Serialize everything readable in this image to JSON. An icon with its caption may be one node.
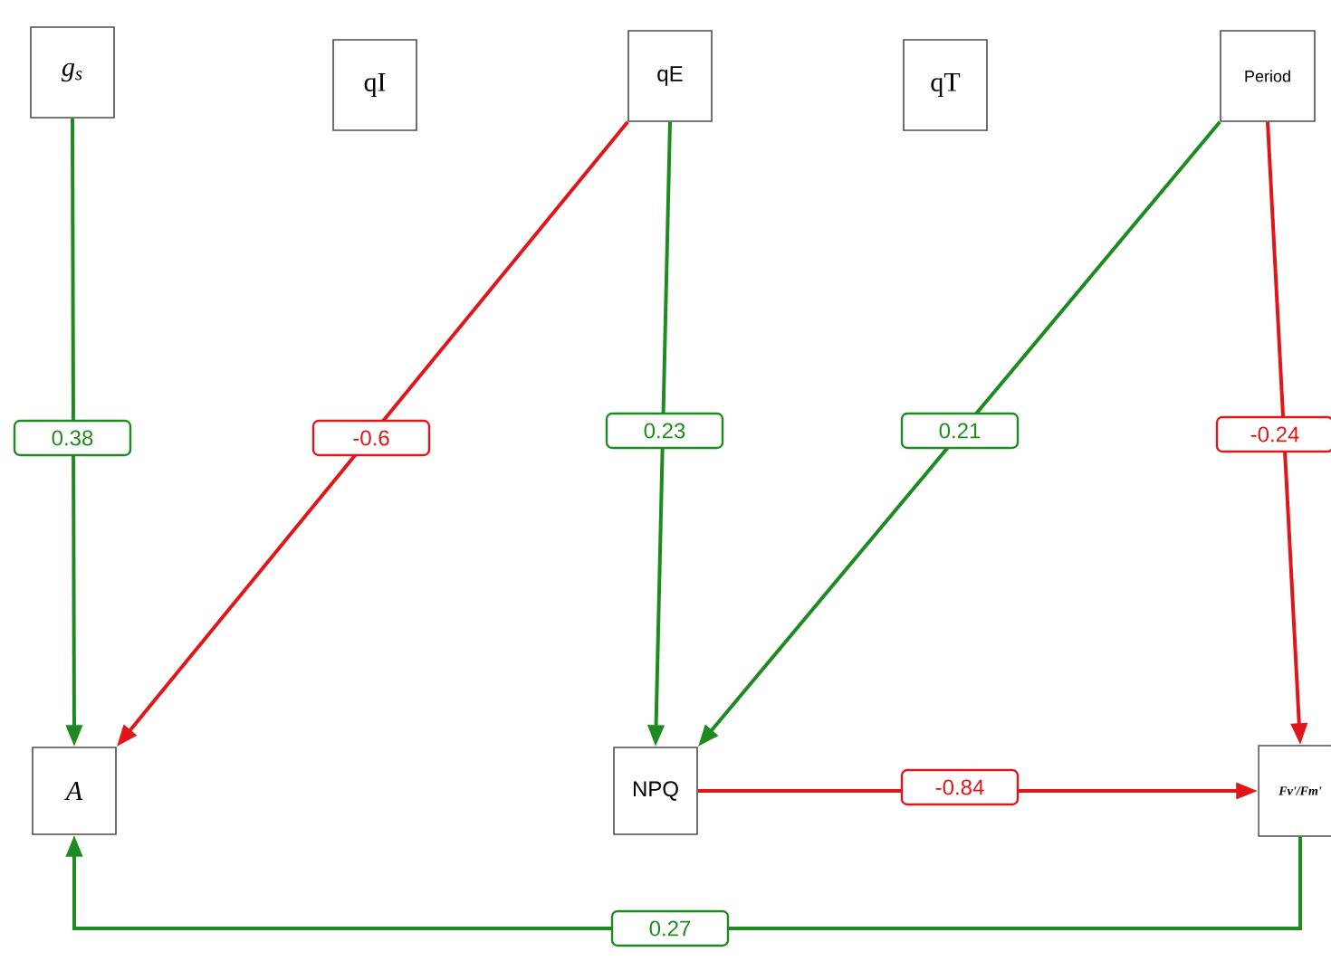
{
  "diagram": {
    "nodes": [
      {
        "text": [
          "g$_{s}$"
        ]
      },
      {
        "text": [
          "qI"
        ]
      },
      {
        "text": [
          "qE"
        ]
      },
      {
        "text": [
          "qT"
        ]
      },
      {
        "text": [
          "Period"
        ]
      },
      {
        "text": [
          "A"
        ]
      },
      {
        "text": [
          "NPQ"
        ]
      },
      {
        "text": [
          "Fv'/Fm'"
        ]
      }
    ],
    "edges": [
      {
        "from": 0,
        "to": 5,
        "arrow": "to",
        "label": "0.38"
      },
      {
        "from": 2,
        "to": 5,
        "arrow": "to",
        "label": "-0.6",
        "color": "#e0161b"
      },
      {
        "from": 2,
        "to": 6,
        "arrow": "to",
        "label": "0.23"
      },
      {
        "from": 4,
        "to": 6,
        "arrow": "to",
        "label": "0.21"
      },
      {
        "from": 4,
        "to": 7,
        "arrow": "to",
        "label": "-0.24",
        "color": "#e0161b"
      },
      {
        "from": 6,
        "to": 7,
        "arrow": "to",
        "label": "-0.84",
        "color": "#e0161b"
      },
      {
        "from": 7,
        "to": 5,
        "arrow": "to",
        "label": "0.27"
      }
    ]
  }
}
